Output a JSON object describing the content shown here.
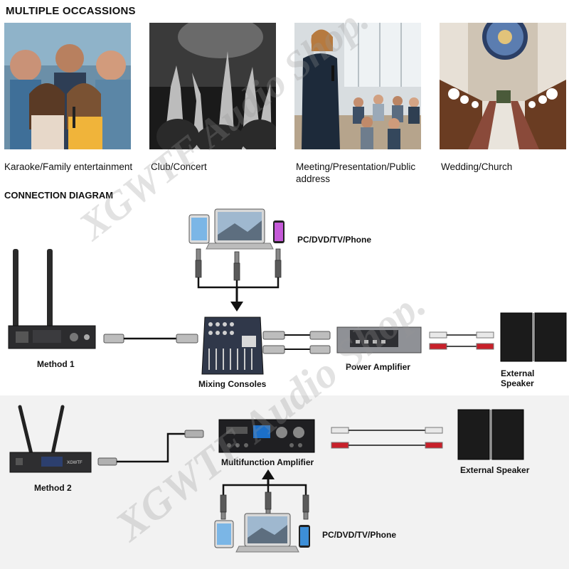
{
  "headers": {
    "occasions": "MULTIPLE OCCASSIONS",
    "diagram": "CONNECTION DIAGRAM"
  },
  "occasions": [
    {
      "caption": "Karaoke/Family entertainment",
      "icon": "karaoke-family-photo"
    },
    {
      "caption": "Club/Concert",
      "icon": "club-concert-photo"
    },
    {
      "caption": "Meeting/Presentation/Public address",
      "icon": "meeting-presentation-photo"
    },
    {
      "caption": "Wedding/Church",
      "icon": "wedding-church-photo"
    }
  ],
  "method1": {
    "method_label": "Method 1",
    "source_label": "PC/DVD/TV/Phone",
    "mixer_label": "Mixing Consoles",
    "amp_label": "Power Amplifier",
    "speaker_label": "External Speaker"
  },
  "method2": {
    "method_label": "Method 2",
    "amp_label": "Multifunction Amplifier",
    "speaker_label": "External Speaker",
    "source_label": "PC/DVD/TV/Phone",
    "receiver_brand": "XGWTF"
  },
  "watermark": {
    "text1": "XGWTF Audio Shop.",
    "text2": "XGWTF Audio Shop."
  },
  "colors": {
    "band": "#f2f2f2",
    "device_dark": "#1d1d1f",
    "rca_red": "#c8202a",
    "rca_white": "#e8e8e8",
    "arrow": "#111111"
  }
}
